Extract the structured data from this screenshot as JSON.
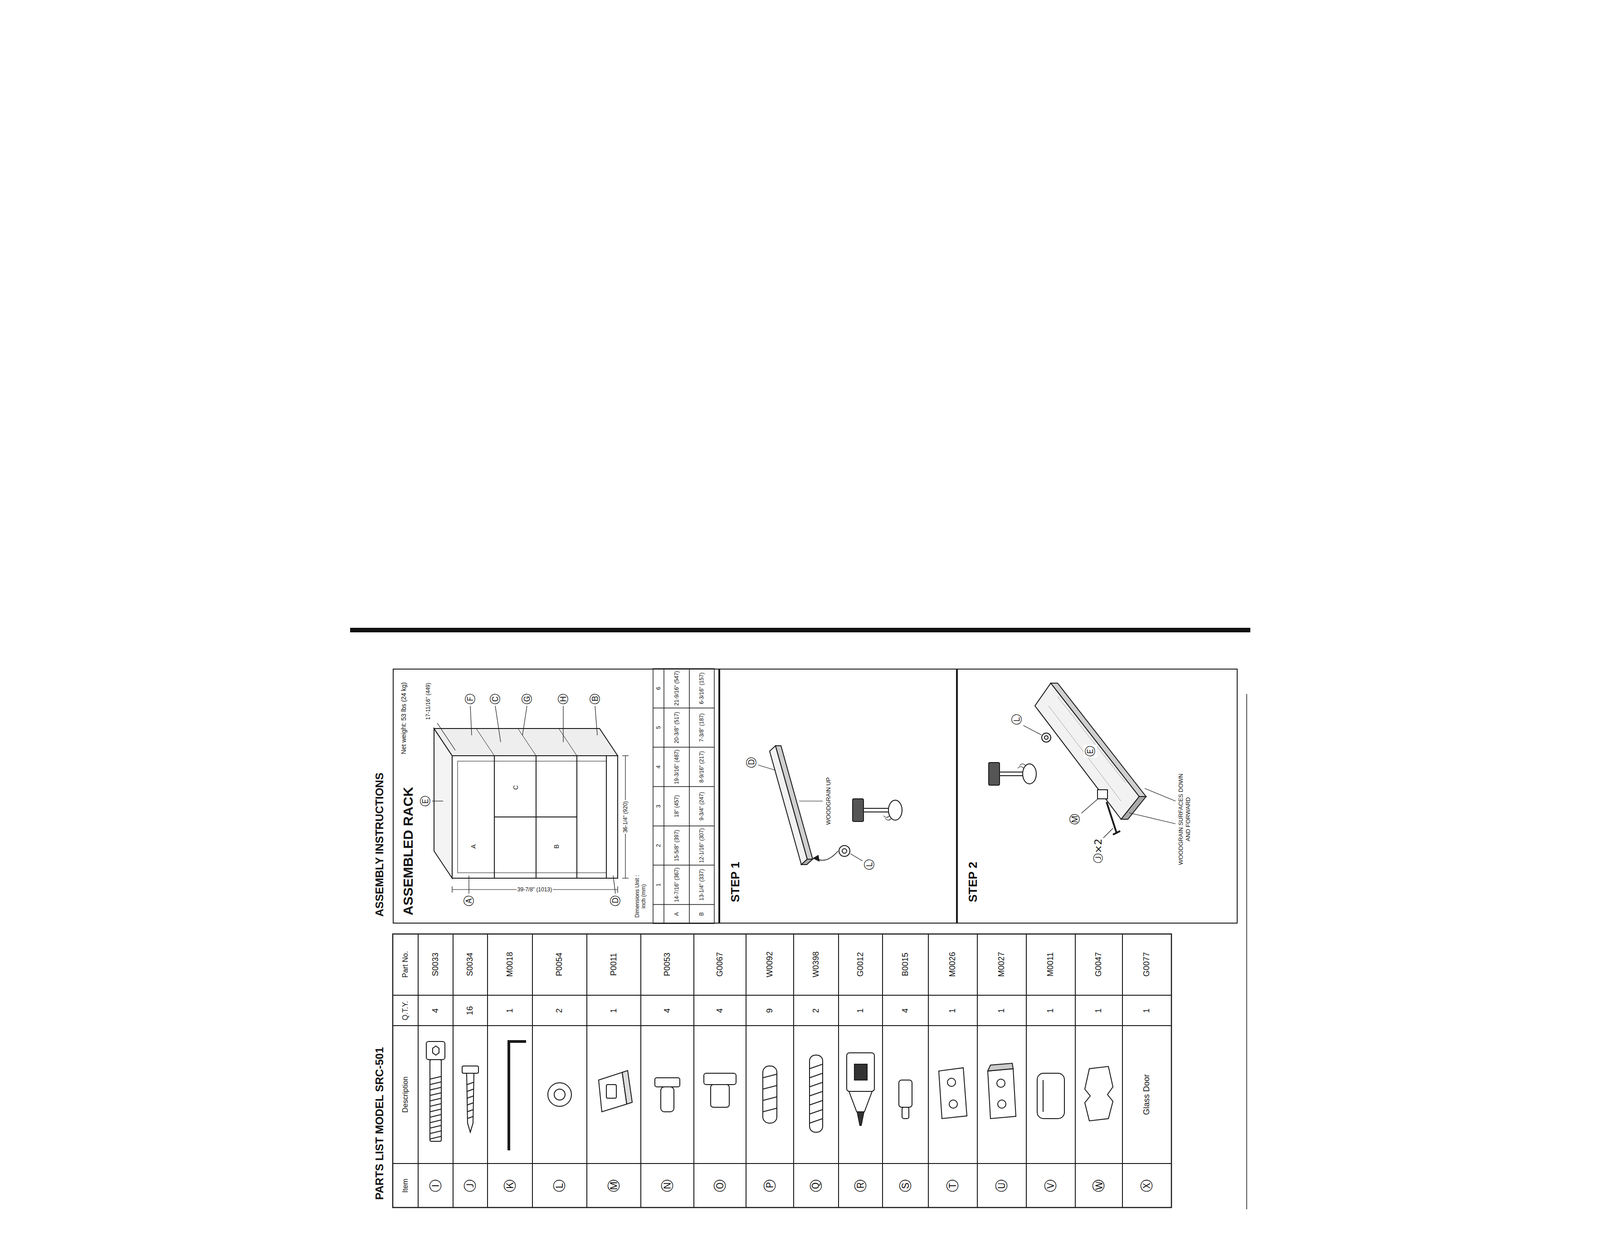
{
  "diagram": {
    "title": "PARTS LIST MODEL SRC-501",
    "nodes": [
      {
        "text": [
          "ASSEMBLED RACK",
          "Net weight: 53 lbs (24 kg)"
        ]
      },
      {
        "text": [
          "STEP 1"
        ]
      },
      {
        "text": [
          "STEP 2"
        ]
      }
    ],
    "labels": [
      "ASSEMBLY INSTRUCTIONS",
      "Item",
      "Description",
      "Q.T.Y.",
      "Part No.",
      "Ⓘ",
      "4",
      "S0033",
      "Ⓙ",
      "16",
      "S0034",
      "Ⓚ",
      "1",
      "M0018",
      "Ⓛ",
      "2",
      "P0054",
      "Ⓜ",
      "1",
      "P0011",
      "Ⓝ",
      "4",
      "P0053",
      "Ⓞ",
      "4",
      "G0067",
      "Ⓟ",
      "9",
      "W0092",
      "Ⓠ",
      "2",
      "W0398",
      "Ⓡ",
      "1",
      "G0012",
      "Ⓢ",
      "4",
      "B0015",
      "Ⓣ",
      "1",
      "M0026",
      "Ⓤ",
      "1",
      "M0027",
      "Ⓥ",
      "1",
      "M0011",
      "Ⓦ",
      "1",
      "G0047",
      "Ⓧ",
      "Glass Door",
      "1",
      "G0077",
      "Ⓐ",
      "Ⓔ",
      "Ⓕ",
      "Ⓒ",
      "Ⓖ",
      "Ⓗ",
      "Ⓑ",
      "Ⓓ",
      "17-11/16\" (449)",
      "39-7/8\" (1013)",
      "36-1/4\" (920)",
      "A",
      "B",
      "C",
      "Dimensions Unit : inch (mm)",
      "1",
      "2",
      "3",
      "4",
      "5",
      "6",
      "A",
      "14-7/16\" (367)",
      "15-5/8\" (397)",
      "18\" (457)",
      "19-3/16\" (487)",
      "20-3/8\" (517)",
      "21-9/16\" (547)",
      "B",
      "13-1/4\" (337)",
      "12-1/16\" (307)",
      "9-3/4\" (247)",
      "8-9/16\" (217)",
      "7-3/8\" (187)",
      "6-3/16\" (157)",
      "Ⓓ",
      "WOODGRAIN UP",
      "Ⓛ",
      "Ⓙ×2",
      "Ⓜ",
      "Ⓔ",
      "Ⓛ",
      "WOODGRAIN SURFACES DOWN AND FORWARD"
    ]
  }
}
